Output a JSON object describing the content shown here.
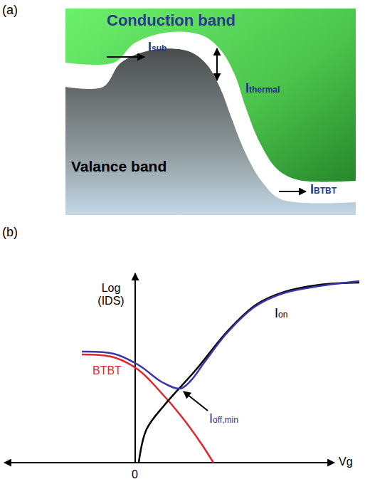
{
  "diagram": {
    "labels": [
      "(a)",
      "Conduction band",
      "Isub",
      "Ithermal",
      "Valance band",
      "IBTBT",
      "(b)",
      "Log (IDS)",
      "Ion",
      "BTBT",
      "Ioff,min",
      "0",
      "Vg"
    ]
  }
}
